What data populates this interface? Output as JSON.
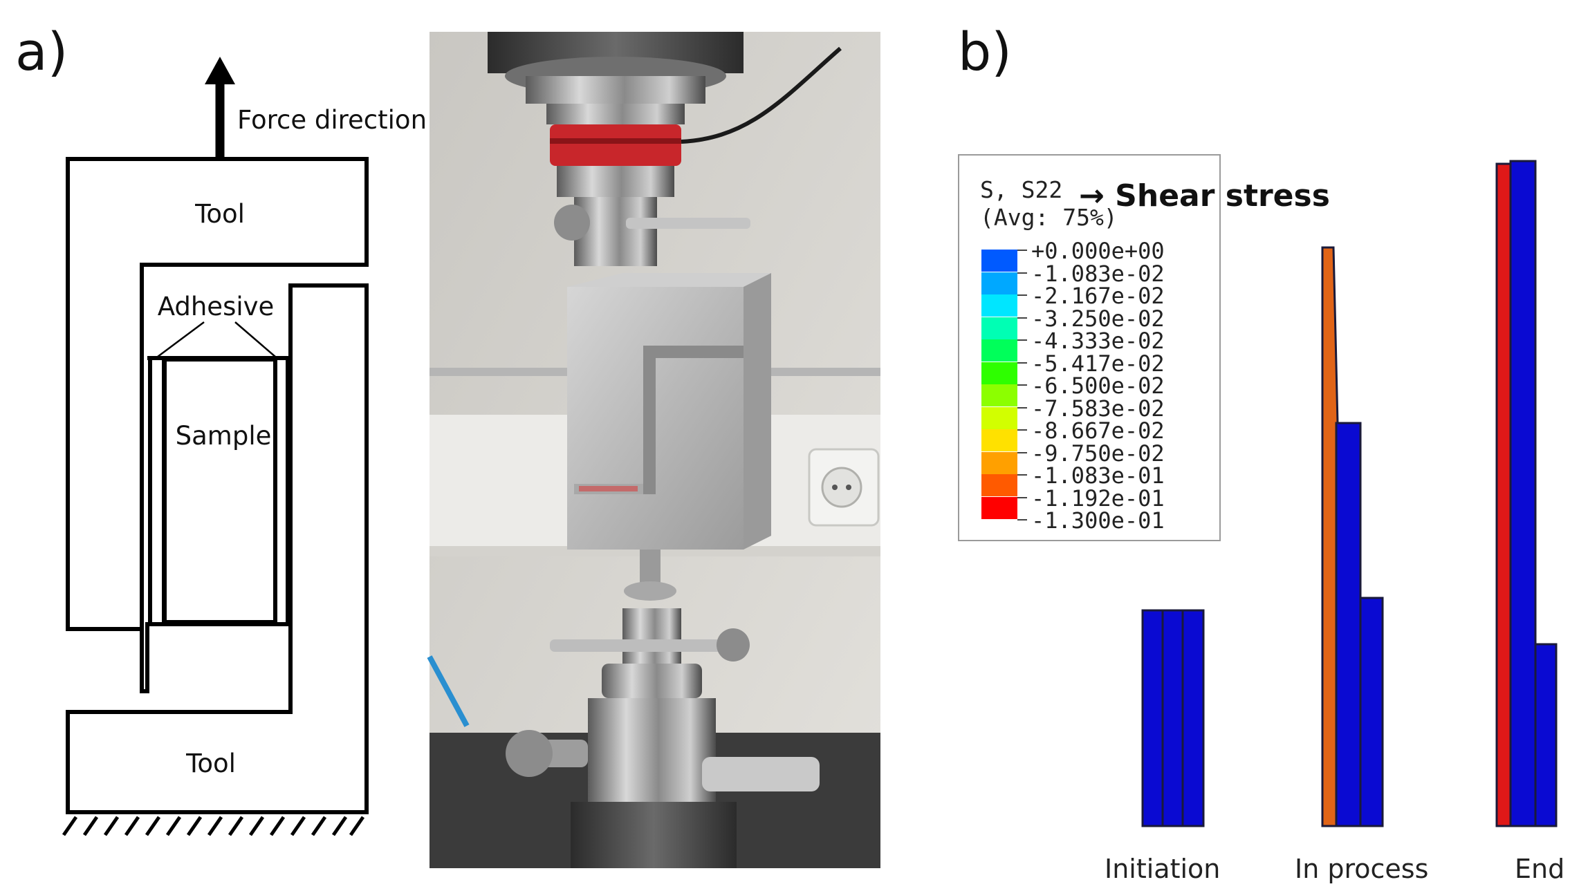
{
  "panel_a": {
    "label": "a)",
    "force_label": "Force direction",
    "top_tool_label": "Tool",
    "adhesive_label": "Adhesive",
    "sample_label": "Sample",
    "bottom_tool_label": "Tool"
  },
  "panel_b": {
    "label": "b)",
    "legend": {
      "header_line1": "S, S22",
      "header_line2": "(Avg: 75%)",
      "arrow_note": "→ Shear stress",
      "entries": [
        {
          "value": "+0.000e+00",
          "color": "#0000ff"
        },
        {
          "value": "-1.083e-02",
          "color": "#005aff"
        },
        {
          "value": "-2.167e-02",
          "color": "#00a8ff"
        },
        {
          "value": "-3.250e-02",
          "color": "#00e6ff"
        },
        {
          "value": "-4.333e-02",
          "color": "#00ffb4"
        },
        {
          "value": "-5.417e-02",
          "color": "#00ff5a"
        },
        {
          "value": "-6.500e-02",
          "color": "#2eff00"
        },
        {
          "value": "-7.583e-02",
          "color": "#8cff00"
        },
        {
          "value": "-8.667e-02",
          "color": "#d2ff00"
        },
        {
          "value": "-9.750e-02",
          "color": "#ffe100"
        },
        {
          "value": "-1.083e-01",
          "color": "#ffa000"
        },
        {
          "value": "-1.192e-01",
          "color": "#ff5a00"
        },
        {
          "value": "-1.300e-01",
          "color": "#ff0000"
        }
      ]
    },
    "stages": [
      "Initiation",
      "In process",
      "End"
    ]
  },
  "colors": {
    "fea_blue": "#0a0ad2",
    "fea_orange": "#e06418",
    "fea_red": "#e01818",
    "line": "#000000"
  }
}
